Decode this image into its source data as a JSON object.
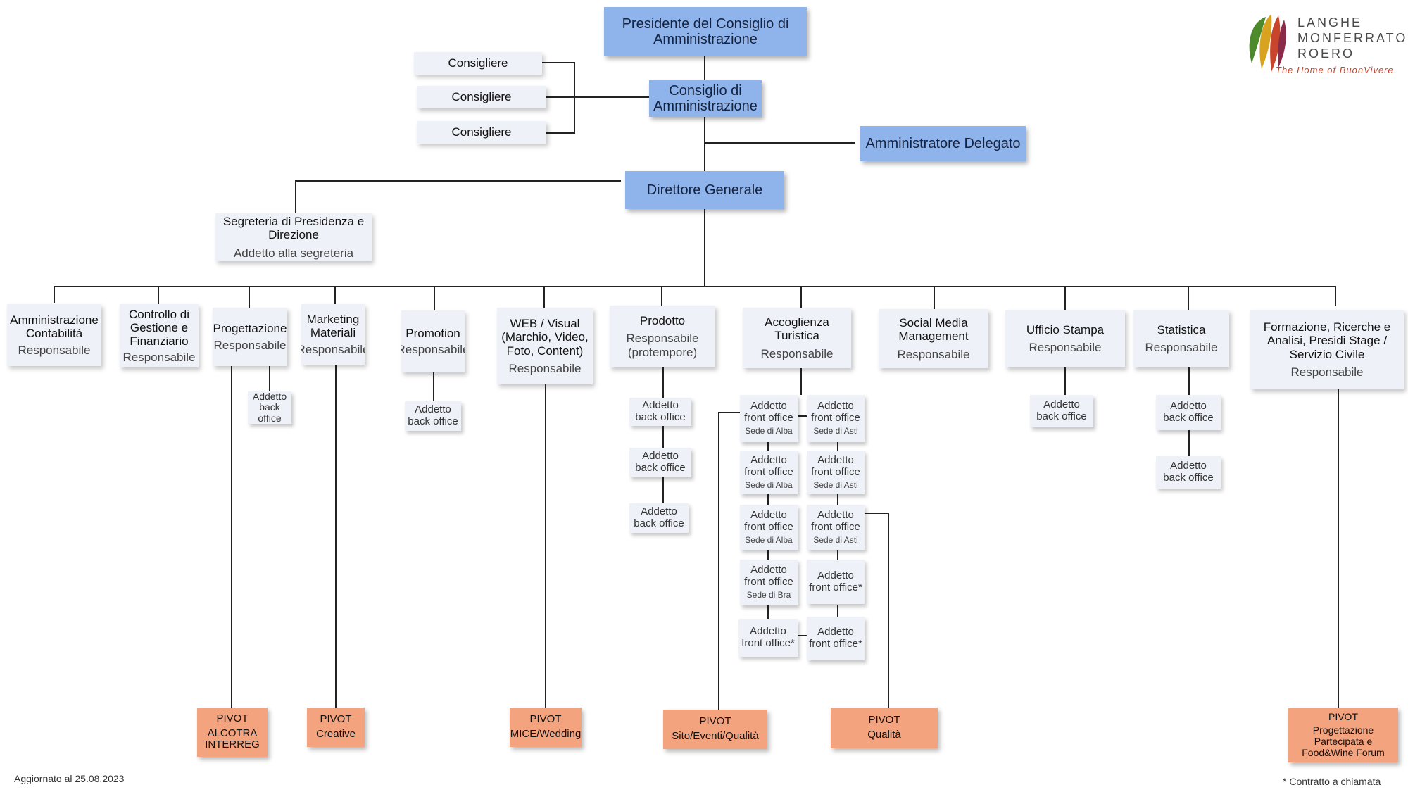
{
  "board": {
    "president": "Presidente del Consiglio di Amministrazione",
    "council": "Consiglio di Amministrazione",
    "councillors": [
      "Consigliere",
      "Consigliere",
      "Consigliere"
    ],
    "ceo": "Amministratore Delegato",
    "director": "Direttore Generale",
    "secretariat_title": "Segreteria di Presidenza e Direzione",
    "secretariat_role": "Addetto alla segreteria"
  },
  "departments": [
    {
      "title": "Amministrazione Contabilità",
      "role": "Responsabile"
    },
    {
      "title": "Controllo di Gestione e Finanziario",
      "role": "Responsabile"
    },
    {
      "title": "Progettazione",
      "role": "Responsabile"
    },
    {
      "title": "Marketing Materiali",
      "role": "Responsabile"
    },
    {
      "title": "Promotion",
      "role": "Responsabile"
    },
    {
      "title": "WEB / Visual (Marchio, Video, Foto, Content)",
      "role": "Responsabile"
    },
    {
      "title": "Prodotto",
      "role": "Responsabile (protempore)"
    },
    {
      "title": "Accoglienza Turistica",
      "role": "Responsabile"
    },
    {
      "title": "Social Media Management",
      "role": "Responsabile"
    },
    {
      "title": "Ufficio Stampa",
      "role": "Responsabile"
    },
    {
      "title": "Statistica",
      "role": "Responsabile"
    },
    {
      "title": "Formazione, Ricerche e Analisi, Presidi Stage / Servizio Civile",
      "role": "Responsabile"
    }
  ],
  "staff": {
    "back_office": "Addetto back office",
    "front_office": "Addetto front office",
    "front_office_contract": "Addetto front office*",
    "sede_alba": "Sede di Alba",
    "sede_asti": "Sede di Asti",
    "sede_bra": "Sede di Bra"
  },
  "pivots": [
    {
      "label": "PIVOT",
      "text": "ALCOTRA INTERREG"
    },
    {
      "label": "PIVOT",
      "text": "Creative"
    },
    {
      "label": "PIVOT",
      "text": "MICE/Wedding"
    },
    {
      "label": "PIVOT",
      "text": "Sito/Eventi/Qualità"
    },
    {
      "label": "PIVOT",
      "text": "Qualità"
    },
    {
      "label": "PIVOT",
      "text": "Progettazione Partecipata e Food&Wine Forum"
    }
  ],
  "logo": {
    "line1": "LANGHE",
    "line2": "MONFERRATO",
    "line3": "ROERO",
    "tagline": "The Home of BuonVivere"
  },
  "footer": {
    "updated": "Aggiornato al 25.08.2023",
    "note": "* Contratto a chiamata"
  },
  "colors": {
    "top_box": "#8fb4ec",
    "department_box": "#eef1f7",
    "pivot_box": "#f4a37f",
    "line": "#222222"
  }
}
